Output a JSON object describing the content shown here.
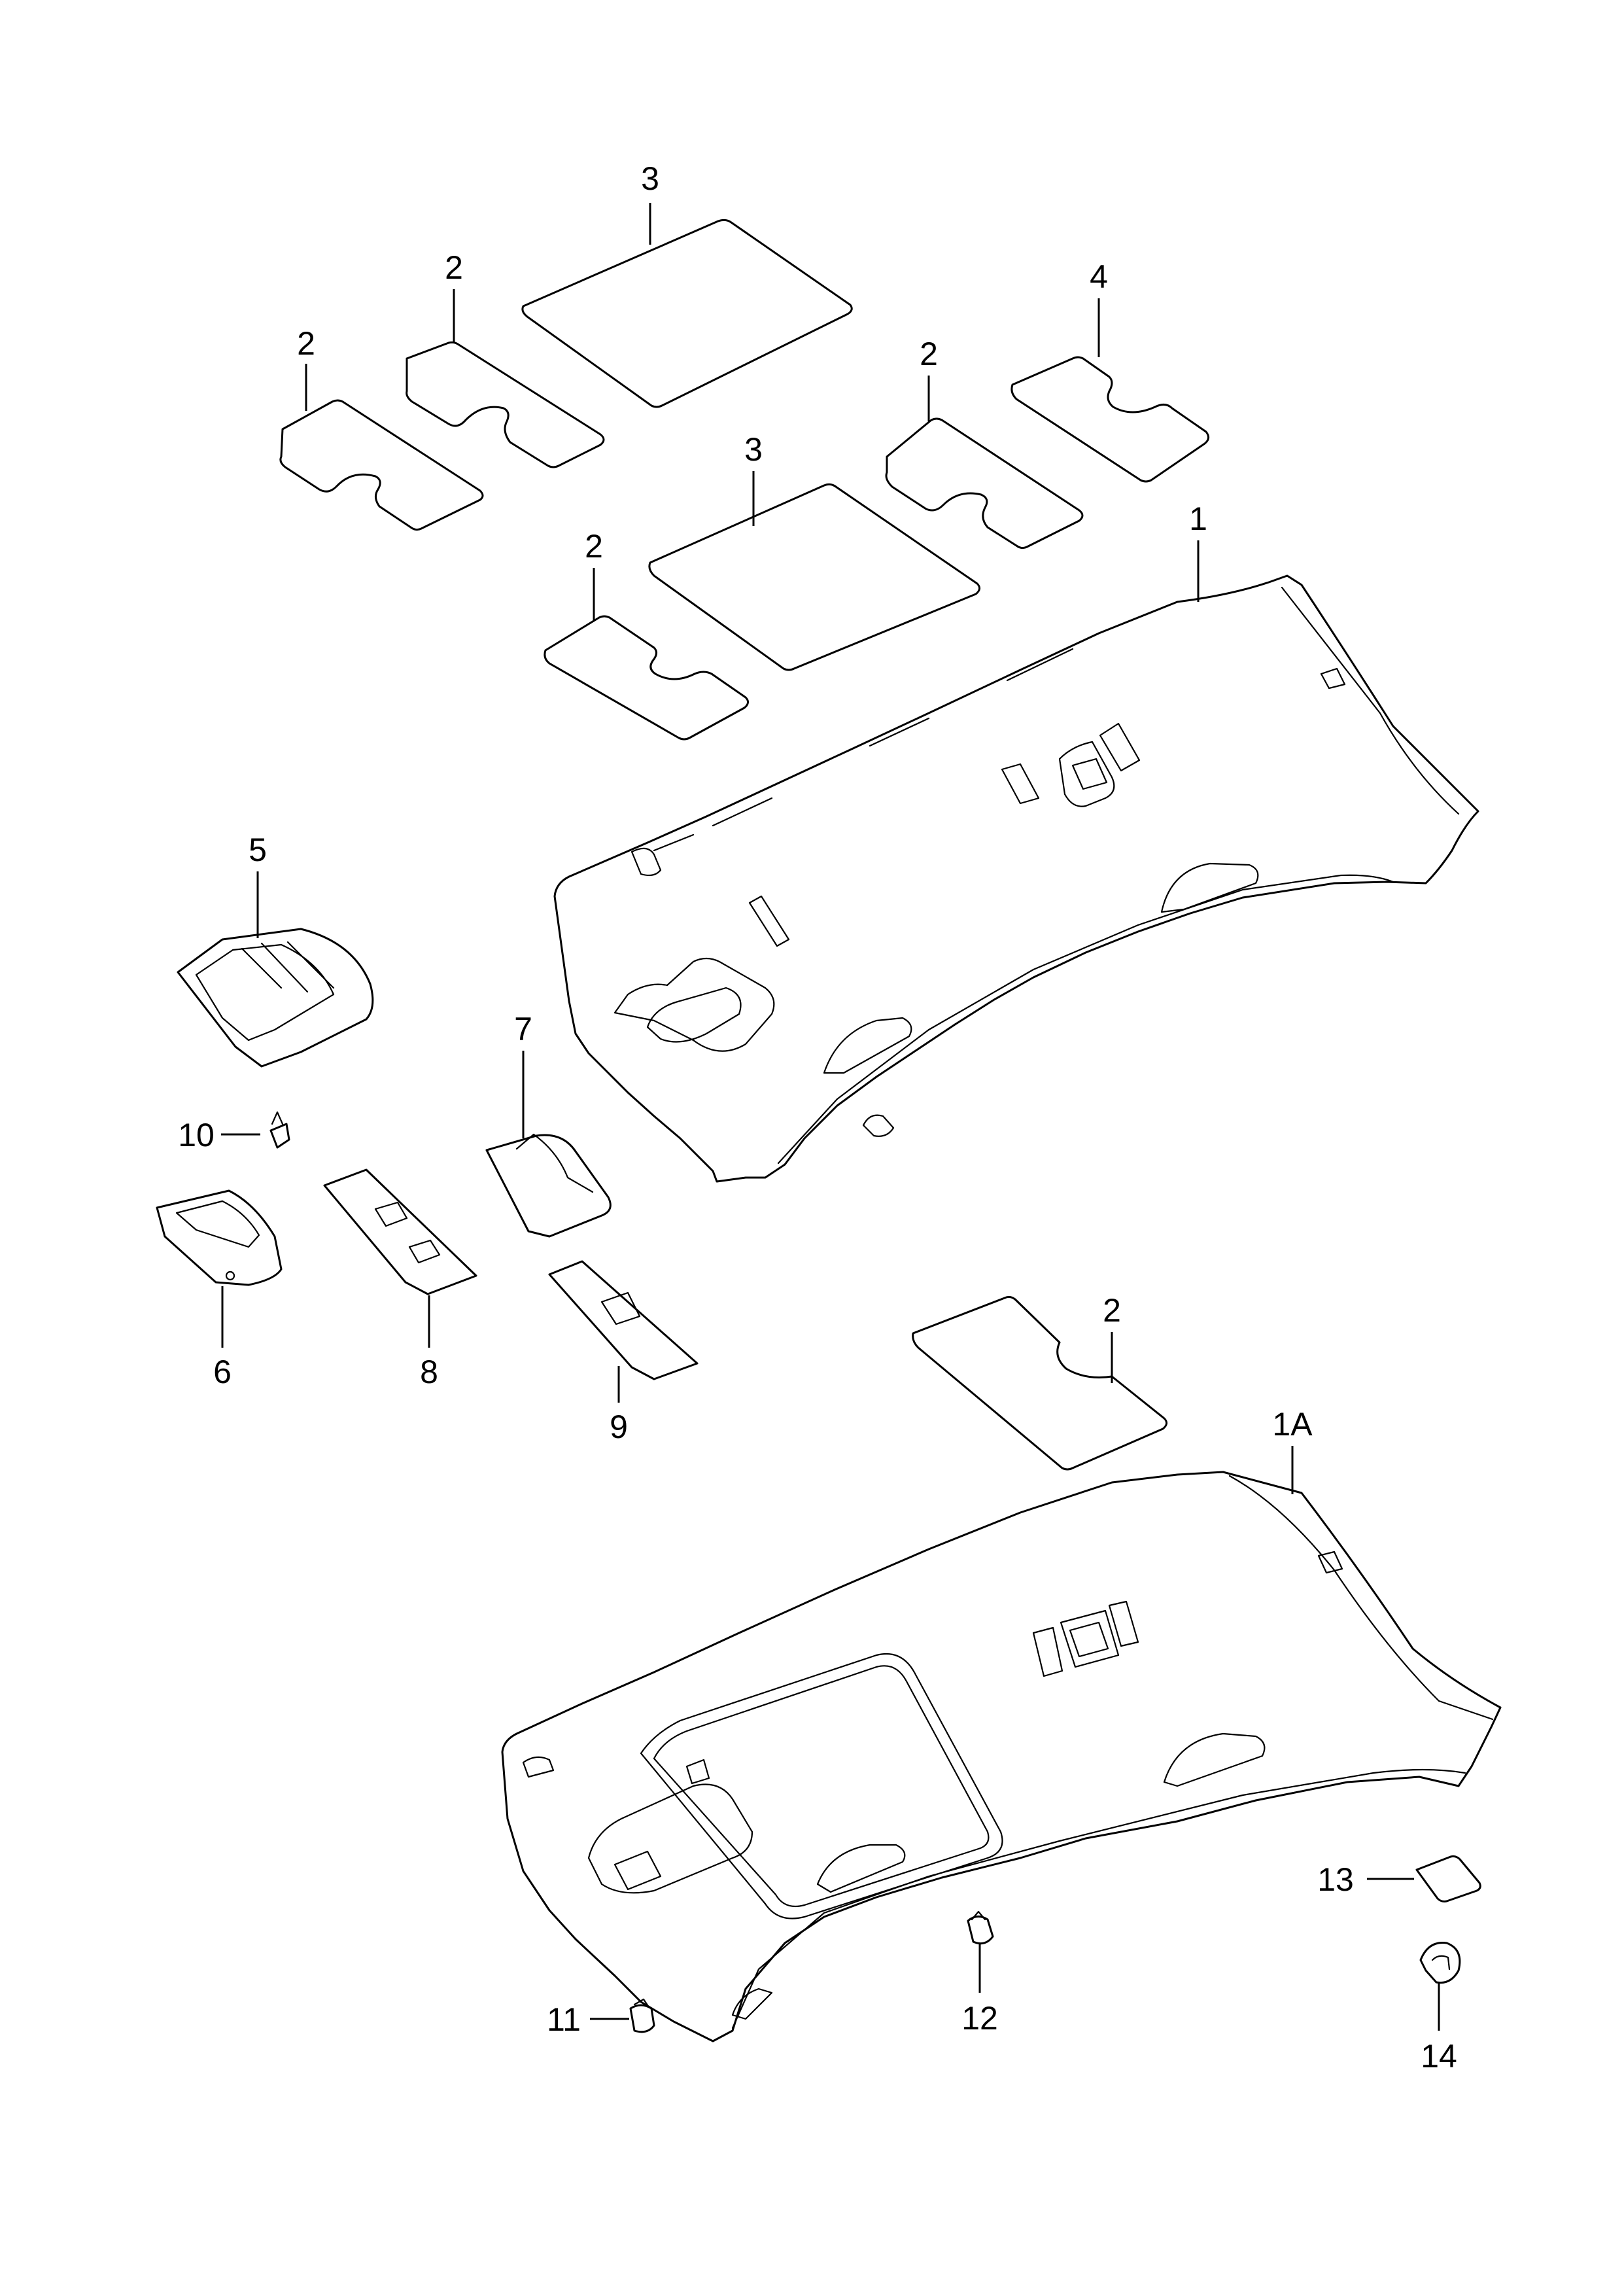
{
  "callouts": {
    "c1": "1",
    "c1a": "1A",
    "c2a": "2",
    "c2b": "2",
    "c2c": "2",
    "c2d": "2",
    "c2e": "2",
    "c3a": "3",
    "c3b": "3",
    "c4": "4",
    "c5": "5",
    "c6": "6",
    "c7": "7",
    "c8": "8",
    "c9": "9",
    "c10": "10",
    "c11": "11",
    "c12": "12",
    "c13": "13",
    "c14": "14"
  }
}
